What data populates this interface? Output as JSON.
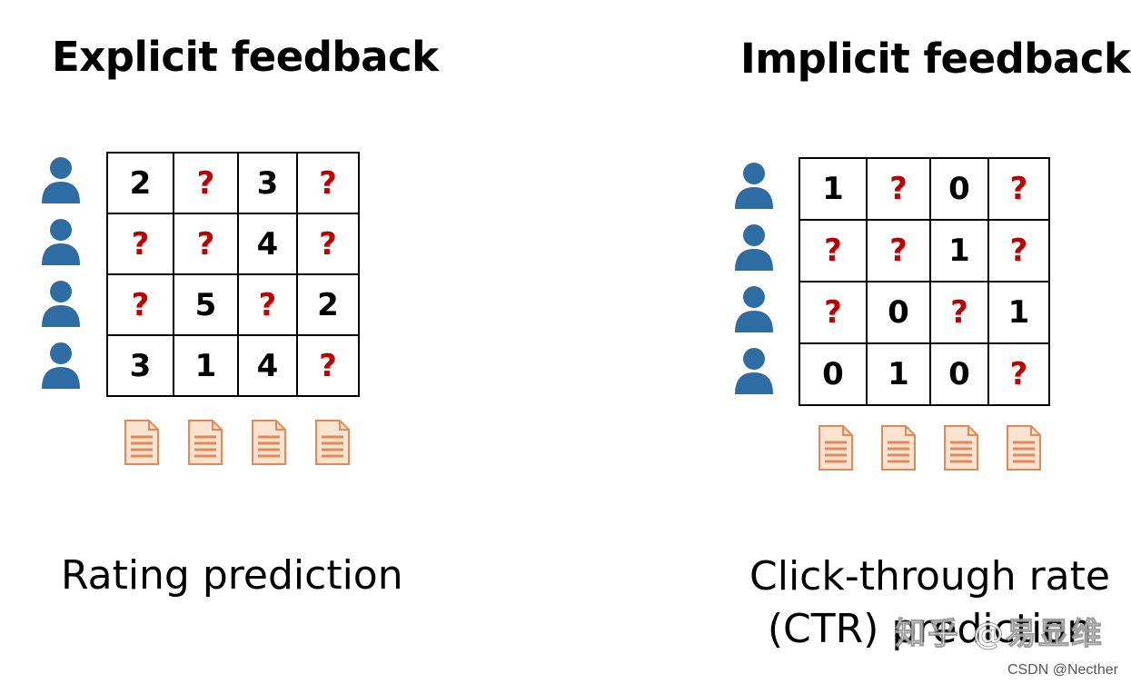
{
  "explicit": {
    "title": "Explicit feedback",
    "matrix": [
      [
        "2",
        "?",
        "3",
        "?"
      ],
      [
        "?",
        "?",
        "4",
        "?"
      ],
      [
        "?",
        "5",
        "?",
        "2"
      ],
      [
        "3",
        "1",
        "4",
        "?"
      ]
    ],
    "caption": "Rating prediction"
  },
  "implicit": {
    "title": "Implicit feedback",
    "matrix": [
      [
        "1",
        "?",
        "0",
        "?"
      ],
      [
        "?",
        "?",
        "1",
        "?"
      ],
      [
        "?",
        "0",
        "?",
        "1"
      ],
      [
        "0",
        "1",
        "0",
        "?"
      ]
    ],
    "caption_line1": "Click-through rate",
    "caption_line2": "(CTR) prediction"
  },
  "watermark": "知乎 @易显维",
  "credit": "CSDN @Necther",
  "colors": {
    "user_icon": "#2e6da4",
    "doc_icon_fill": "#fbe3d2",
    "doc_icon_stroke": "#e08a55",
    "unknown_mark": "#c00000",
    "known_value": "#000000"
  },
  "icons": {
    "user": "user-icon",
    "item": "document-icon"
  }
}
